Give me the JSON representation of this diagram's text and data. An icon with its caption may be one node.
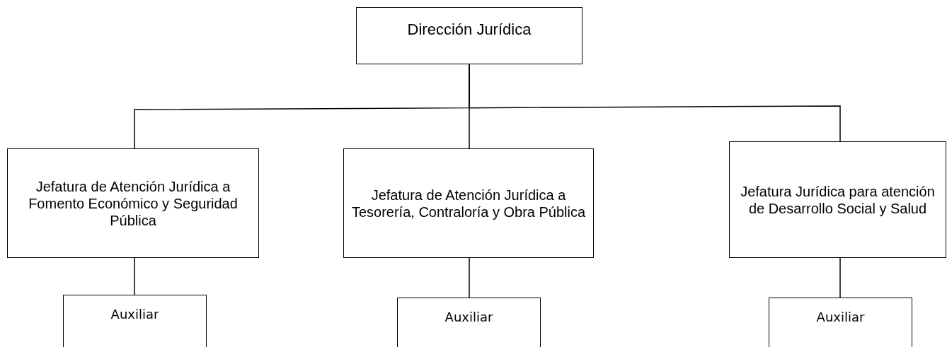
{
  "diagram": {
    "nodes": [
      {
        "text": [
          "Dirección Jurídica"
        ]
      },
      {
        "text": [
          "Jefatura de Atención Jurídica a Fomento Económico y Seguridad Pública"
        ]
      },
      {
        "text": [
          "Jefatura de Atención Jurídica a Tesorería, Contraloría y Obra Pública"
        ]
      },
      {
        "text": [
          "Jefatura Jurídica para atención de Desarrollo Social y Salud"
        ]
      },
      {
        "text": [
          "Auxiliar"
        ]
      },
      {
        "text": [
          "Auxiliar"
        ]
      },
      {
        "text": [
          "Auxiliar"
        ]
      }
    ],
    "edges": [
      {
        "from": 0,
        "to": 1,
        "arrow": "none"
      },
      {
        "from": 0,
        "to": 2,
        "arrow": "none"
      },
      {
        "from": 0,
        "to": 3,
        "arrow": "none"
      },
      {
        "from": 1,
        "to": 4,
        "arrow": "none"
      },
      {
        "from": 2,
        "to": 5,
        "arrow": "none"
      },
      {
        "from": 3,
        "to": 6,
        "arrow": "none"
      }
    ]
  }
}
